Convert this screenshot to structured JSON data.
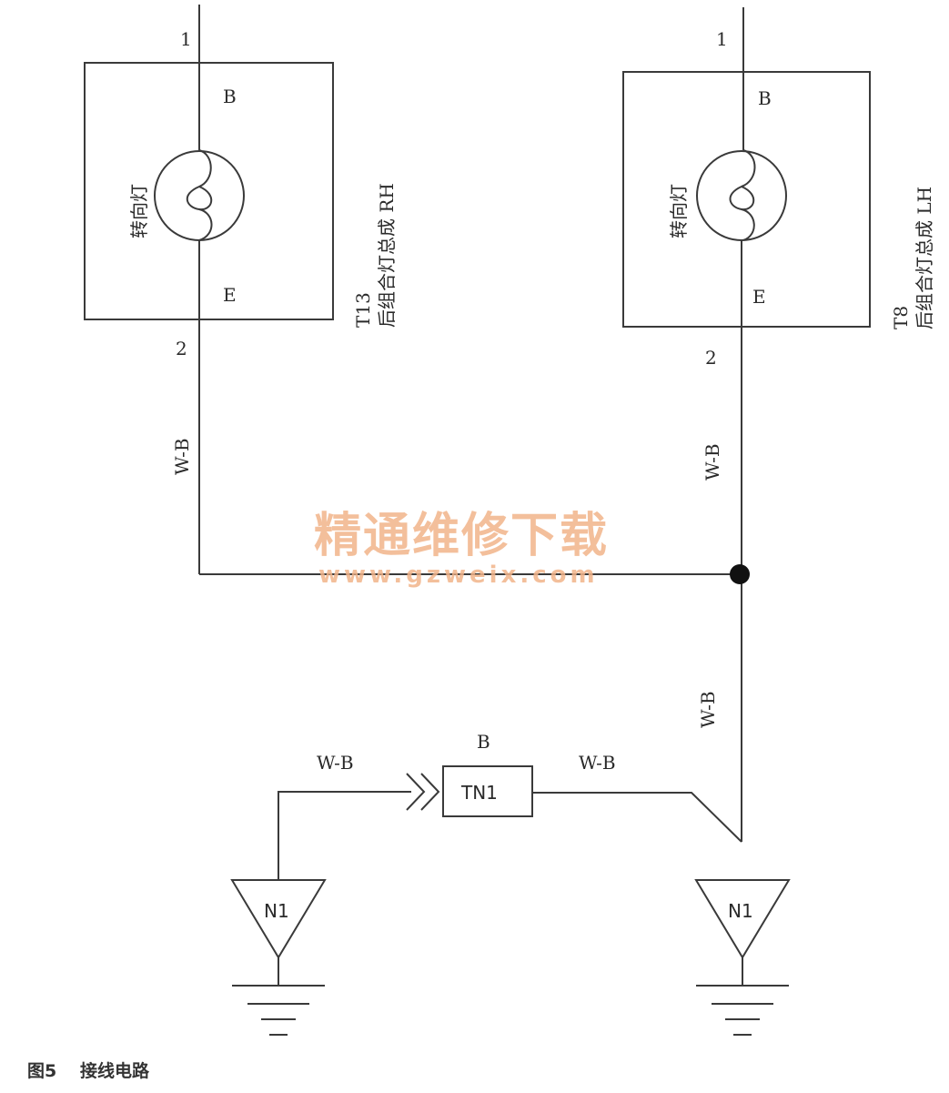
{
  "lamps": [
    {
      "id": "T13",
      "name": "后组合灯总成 RH",
      "bulb": "转向灯",
      "pin_top": "1",
      "pin_bottom": "2",
      "term_top": "B",
      "term_bottom": "E",
      "wire": "W-B"
    },
    {
      "id": "T8",
      "name": "后组合灯总成 LH",
      "bulb": "转向灯",
      "pin_top": "1",
      "pin_bottom": "2",
      "term_top": "B",
      "term_bottom": "E",
      "wire": "W-B"
    }
  ],
  "trunk_wire": "W-B",
  "connector": {
    "id": "TN1",
    "color": "B",
    "wire_left": "W-B",
    "wire_right": "W-B"
  },
  "grounds": [
    {
      "id": "N1"
    },
    {
      "id": "N1"
    }
  ],
  "watermark": {
    "title": "精通维修下载",
    "url": "www.gzweix.com"
  },
  "caption": {
    "figure": "图5",
    "title": "接线电路"
  }
}
